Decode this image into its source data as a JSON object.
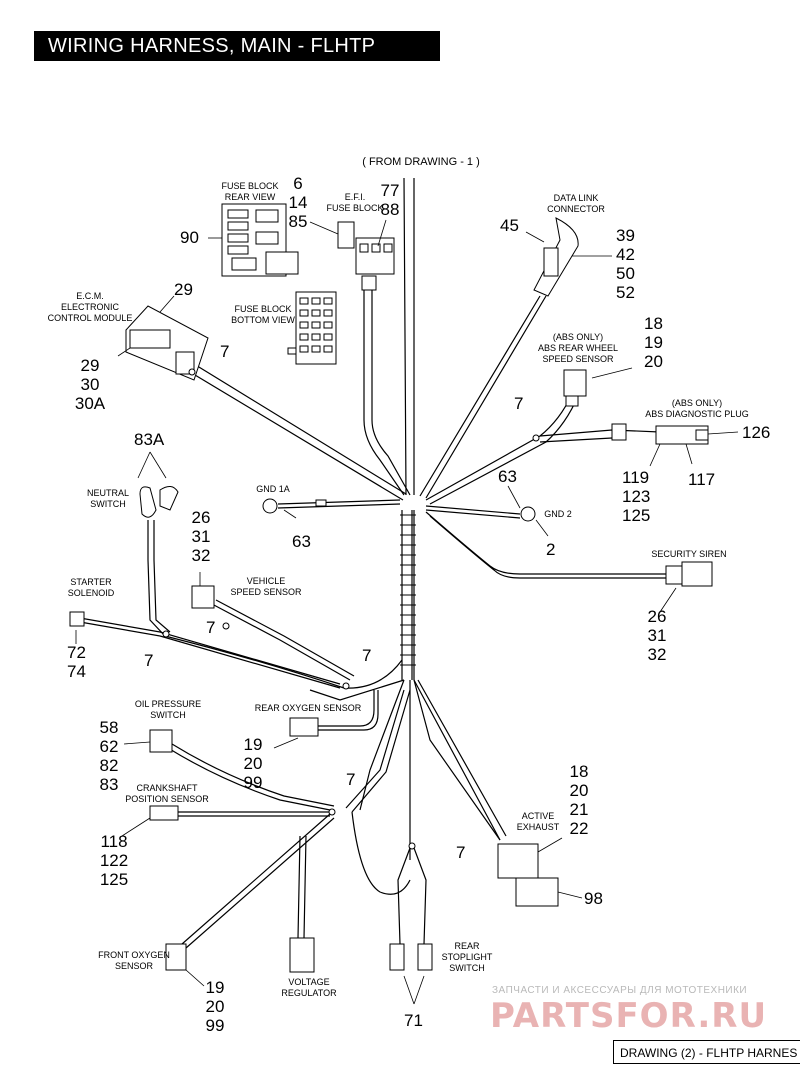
{
  "title": "WIRING HARNESS, MAIN - FLHTP",
  "from_drawing": "( FROM DRAWING - 1 )",
  "footer": "DRAWING (2) - FLHTP HARNES",
  "watermark": {
    "line1": "ЗАПЧАСТИ И АКСЕССУАРЫ ДЛЯ МОТОТЕХНИКИ",
    "logo": "PARTSFOR.RU"
  },
  "components": {
    "fuse_block_rear": "FUSE BLOCK\nREAR VIEW",
    "efi_fuse_block": "E.F.I.\nFUSE BLOCK",
    "data_link": "DATA LINK\nCONNECTOR",
    "ecm": "E.C.M.\nELECTRONIC\nCONTROL MODULE",
    "fuse_block_bottom": "FUSE BLOCK\nBOTTOM VIEW",
    "abs_rear_wheel": "(ABS ONLY)\nABS REAR WHEEL\nSPEED SENSOR",
    "abs_diag": "(ABS ONLY)\nABS DIAGNOSTIC PLUG",
    "neutral_switch": "NEUTRAL\nSWITCH",
    "gnd1a": "GND 1A",
    "gnd2": "GND 2",
    "security_siren": "SECURITY SIREN",
    "vehicle_speed": "VEHICLE\nSPEED SENSOR",
    "starter_solenoid": "STARTER\nSOLENOID",
    "oil_pressure": "OIL PRESSURE\nSWITCH",
    "rear_oxygen": "REAR OXYGEN SENSOR",
    "crankshaft": "CRANKSHAFT\nPOSITION SENSOR",
    "active_exhaust": "ACTIVE\nEXHAUST",
    "front_oxygen": "FRONT OXYGEN\nSENSOR",
    "voltage_regulator": "VOLTAGE\nREGULATOR",
    "rear_stoplight": "REAR\nSTOPLIGHT\nSWITCH"
  },
  "callouts": {
    "fuse_rear": "6\n14\n85",
    "fuse_rear_90": "90",
    "efi": "77\n88",
    "data_link_45": "45",
    "data_link": "39\n42\n50\n52",
    "ecm_29_top": "29",
    "ecm_left": "29\n30\n30A",
    "ecm_7": "7",
    "abs_wheel": "18\n19\n20",
    "abs_7": "7",
    "abs_diag_126": "126",
    "abs_diag_left": "119\n123\n125",
    "abs_diag_117": "117",
    "neutral_83a": "83A",
    "gnd1a_63": "63",
    "gnd2_63": "63",
    "gnd2_2": "2",
    "vss": "26\n31\n32",
    "siren": "26\n31\n32",
    "clip_7_a": "7",
    "clip_7_b": "7",
    "clip_7_c": "7",
    "starter": "72\n74",
    "oil": "58\n62\n82\n83",
    "rear_o2": "19\n20\n99",
    "clip_7_d": "7",
    "crank": "118\n122\n125",
    "active_exhaust": "18\n20\n21\n22",
    "active_exhaust_98": "98",
    "clip_7_e": "7",
    "front_o2": "19\n20\n99",
    "stoplight_71": "71"
  }
}
